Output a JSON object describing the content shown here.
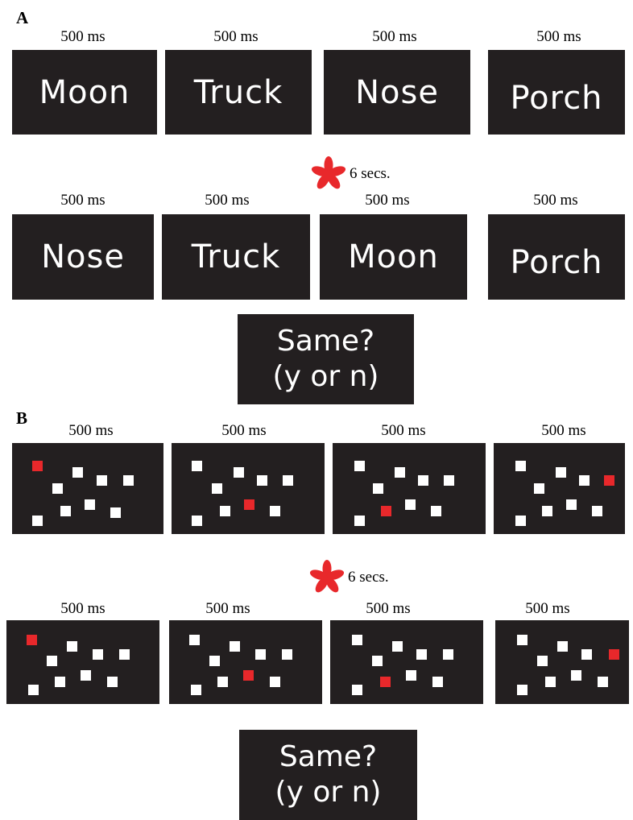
{
  "panel_a": {
    "label": "A",
    "encoding": {
      "timings": [
        "500 ms",
        "500 ms",
        "500 ms",
        "500 ms"
      ],
      "words": [
        "Moon",
        "Truck",
        "Nose",
        "Porch"
      ]
    },
    "delay": {
      "icon": "red-asterisk-icon",
      "text": "6 secs."
    },
    "test": {
      "timings": [
        "500 ms",
        "500 ms",
        "500 ms",
        "500 ms"
      ],
      "words": [
        "Nose",
        "Truck",
        "Moon",
        "Porch"
      ]
    },
    "prompt": {
      "line1": "Same?",
      "line2": "(y or n)"
    }
  },
  "panel_b": {
    "label": "B",
    "encoding": {
      "timings": [
        "500 ms",
        "500 ms",
        "500 ms",
        "500 ms"
      ]
    },
    "delay": {
      "icon": "red-asterisk-icon",
      "text": "6 secs."
    },
    "test": {
      "timings": [
        "500 ms",
        "500 ms",
        "500 ms",
        "500 ms"
      ]
    },
    "prompt": {
      "line1": "Same?",
      "line2": "(y or n)"
    }
  },
  "colors": {
    "screen": "#231f20",
    "highlight": "#e8282b",
    "square": "#ffffff",
    "asterisk": "#e8282b"
  }
}
